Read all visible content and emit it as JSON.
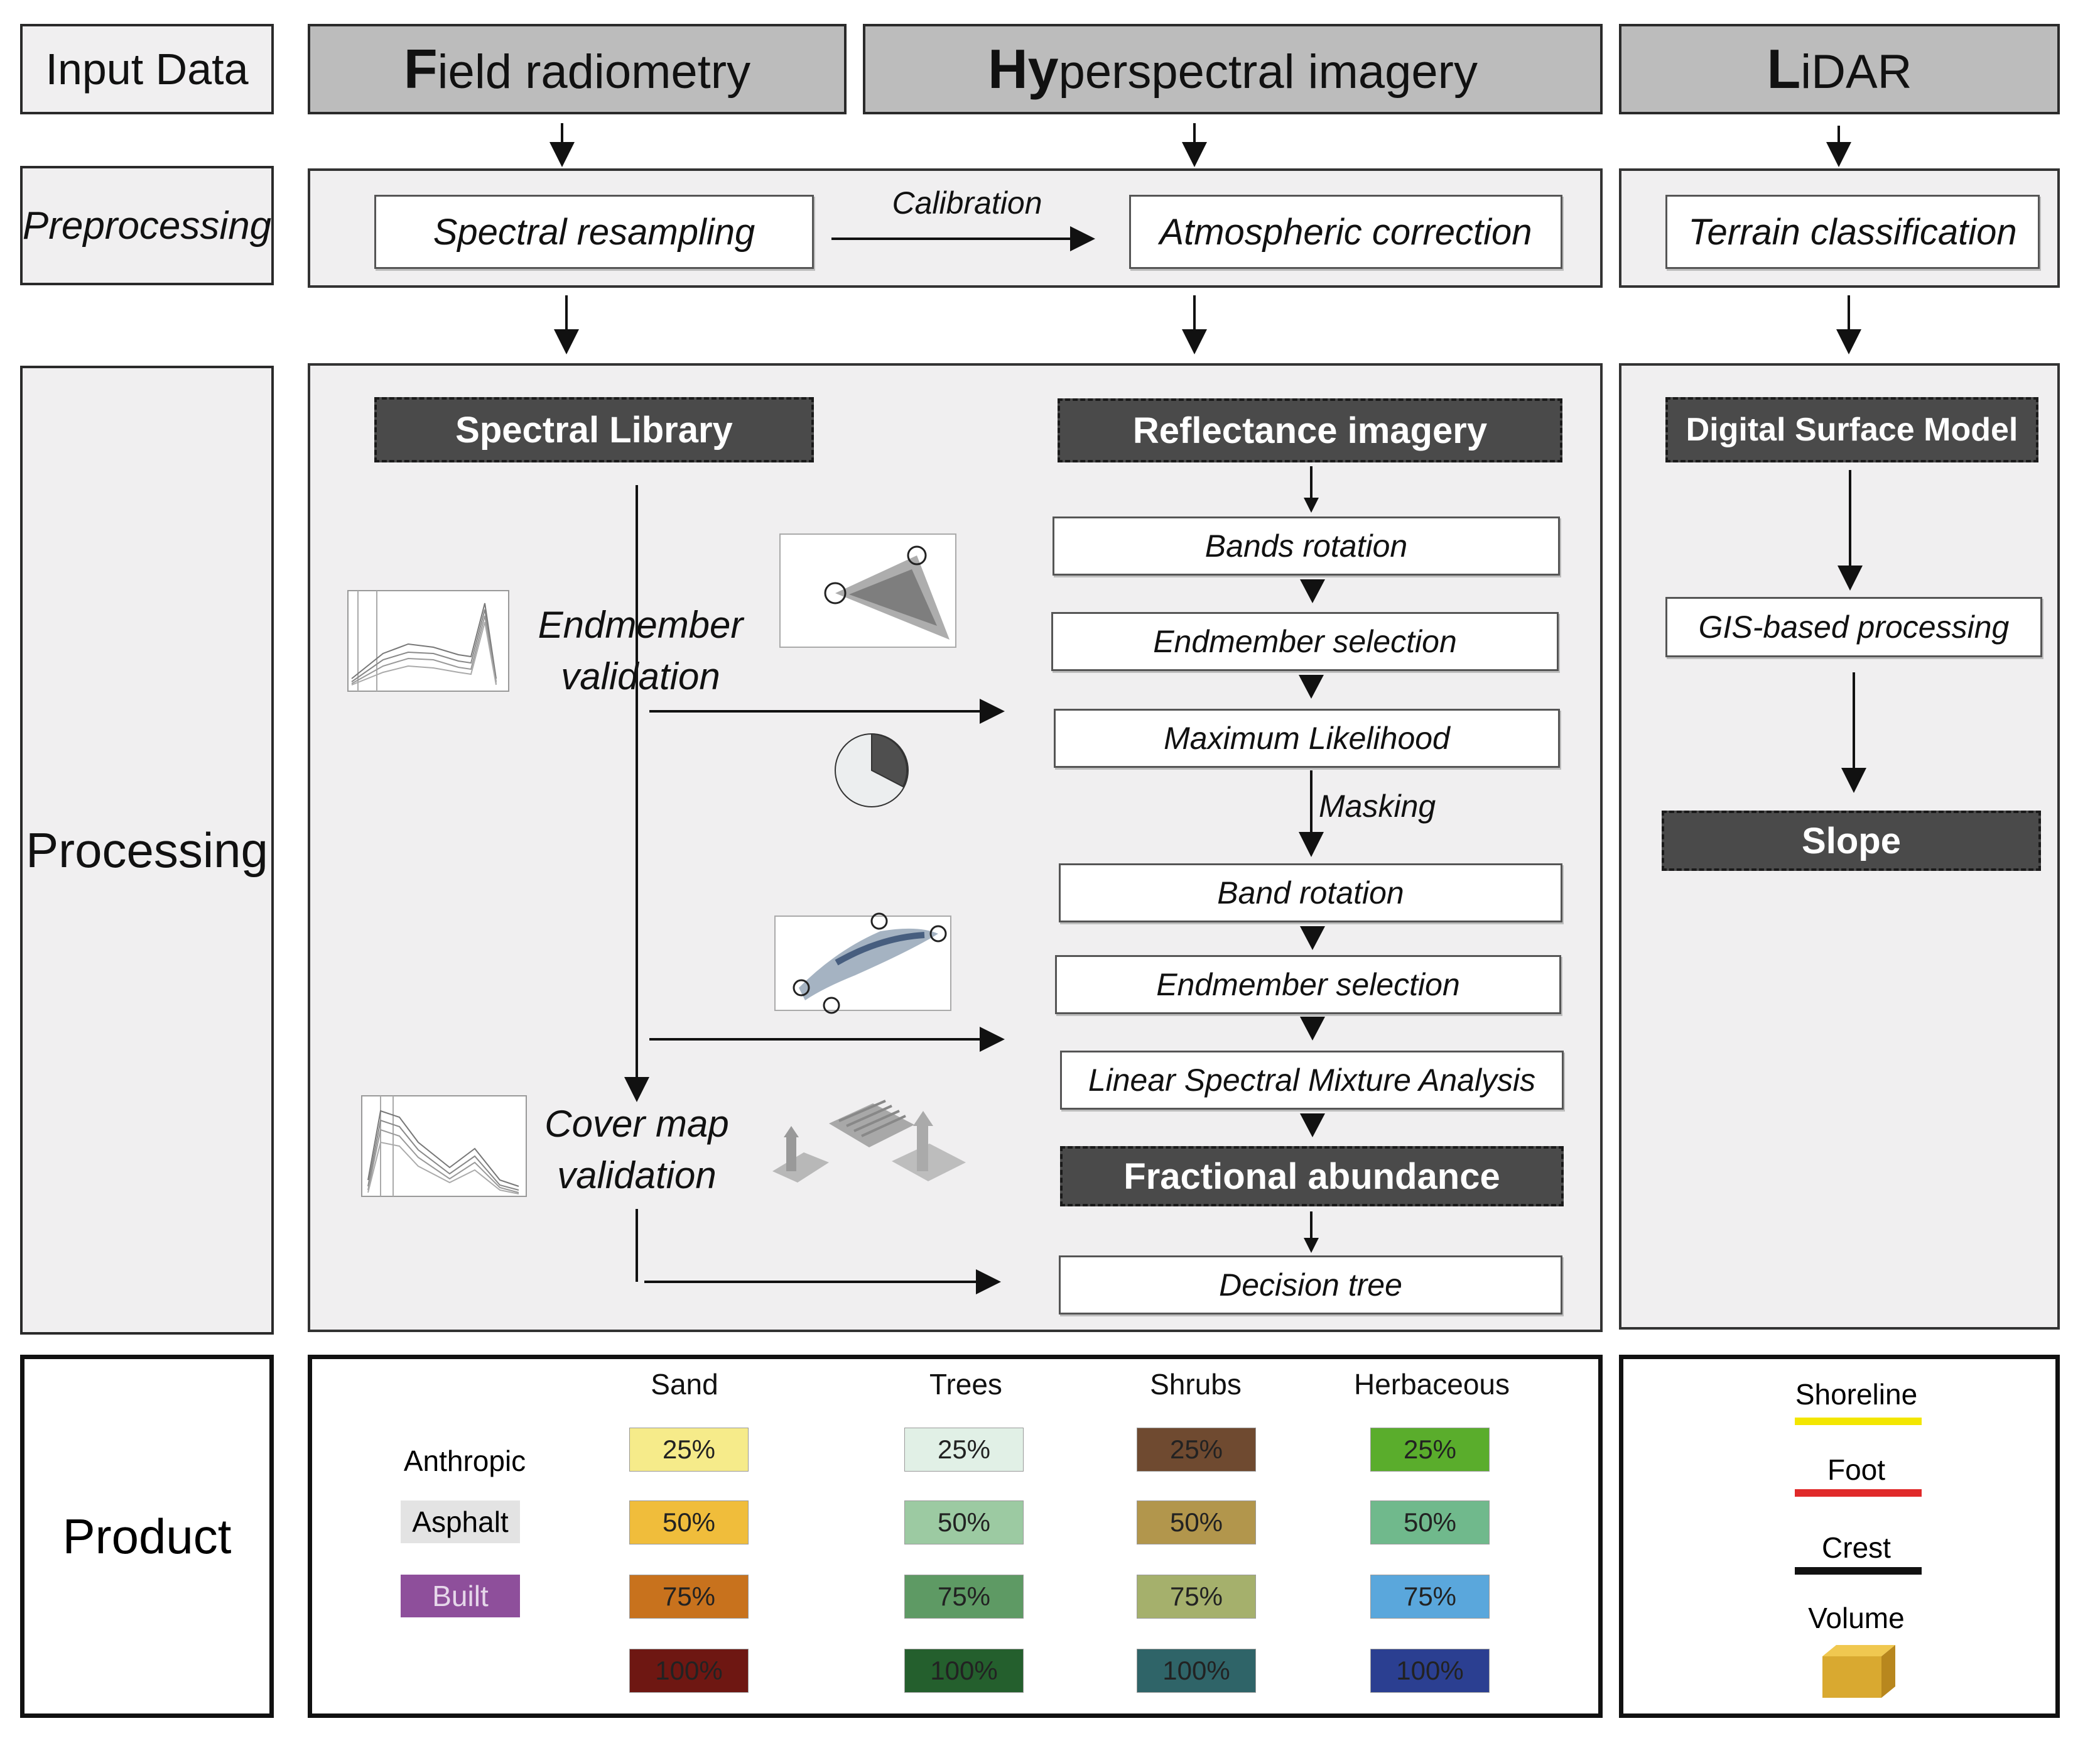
{
  "rows": {
    "input": "Input Data",
    "preprocessing": "Preprocessing",
    "processing": "Processing",
    "product": "Product"
  },
  "columns": {
    "field": {
      "initial": "F",
      "rest": "ield radiometry"
    },
    "hyper": {
      "initial": "Hy",
      "rest": "perspectral imagery"
    },
    "lidar": {
      "initial": "L",
      "rest": "iDAR"
    }
  },
  "preprocessing": {
    "spectral_resampling": "Spectral resampling",
    "calibration": "Calibration",
    "atmospheric_correction": "Atmospheric correction",
    "terrain_classification": "Terrain classification"
  },
  "processing": {
    "spectral_library": "Spectral Library",
    "endmember_validation_1": "Endmember",
    "endmember_validation_2": "validation",
    "cover_map_validation_1": "Cover map",
    "cover_map_validation_2": "validation",
    "reflectance_imagery": "Reflectance imagery",
    "bands_rotation": "Bands rotation",
    "endmember_selection_1": "Endmember selection",
    "maximum_likelihood": "Maximum Likelihood",
    "masking": "Masking",
    "band_rotation": "Band rotation",
    "endmember_selection_2": "Endmember selection",
    "lsma": "Linear Spectral Mixture Analysis",
    "fractional_abundance": "Fractional abundance",
    "decision_tree": "Decision tree",
    "dsm": "Digital Surface Model",
    "gis": "GIS-based processing",
    "slope": "Slope"
  },
  "product": {
    "anthropic_label": "Anthropic",
    "asphalt_label": "Asphalt",
    "built_label": "Built",
    "asphalt_color": "#e3e3e3",
    "built_color": "#8e4f9b",
    "classes": [
      {
        "name": "Sand",
        "levels": [
          {
            "label": "25%",
            "color": "#f6eb8a"
          },
          {
            "label": "50%",
            "color": "#f0bd3b"
          },
          {
            "label": "75%",
            "color": "#c8721d"
          },
          {
            "label": "100%",
            "color": "#6e1712"
          }
        ]
      },
      {
        "name": "Trees",
        "levels": [
          {
            "label": "25%",
            "color": "#e1f0e6"
          },
          {
            "label": "50%",
            "color": "#9ccaa2"
          },
          {
            "label": "75%",
            "color": "#5e9a64"
          },
          {
            "label": "100%",
            "color": "#245f2d"
          }
        ]
      },
      {
        "name": "Shrubs",
        "levels": [
          {
            "label": "25%",
            "color": "#6f4a30"
          },
          {
            "label": "50%",
            "color": "#b2964c"
          },
          {
            "label": "75%",
            "color": "#a5b06c"
          },
          {
            "label": "100%",
            "color": "#2f6468"
          }
        ]
      },
      {
        "name": "Herbaceous",
        "levels": [
          {
            "label": "25%",
            "color": "#5aad2c"
          },
          {
            "label": "50%",
            "color": "#70b98c"
          },
          {
            "label": "75%",
            "color": "#5aa7dc"
          },
          {
            "label": "100%",
            "color": "#2b3f91"
          }
        ]
      }
    ],
    "lidar_legend": {
      "shoreline": "Shoreline",
      "shoreline_color": "#f3e600",
      "foot": "Foot",
      "foot_color": "#e02a2a",
      "crest": "Crest",
      "crest_color": "#111111",
      "volume": "Volume",
      "volume_color": "#d9a930"
    }
  }
}
